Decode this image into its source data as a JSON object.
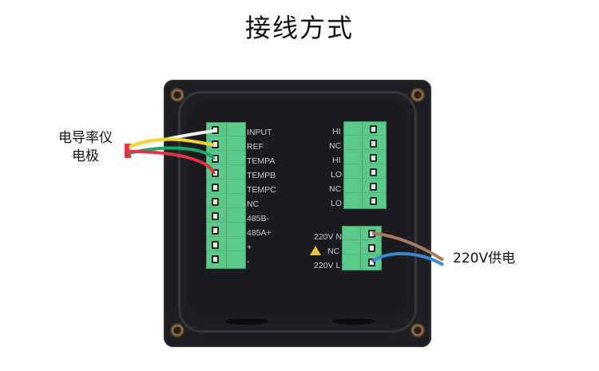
{
  "title": "接线方式",
  "labels": {
    "electrode": [
      "电导率仪",
      "电极"
    ],
    "power": "220V供电"
  },
  "left_terminal": {
    "pins": [
      "INPUT",
      "REF",
      "TEMPA",
      "TEMPB",
      "TEMPC",
      "NC",
      "485B-",
      "485A+",
      "+",
      "-"
    ]
  },
  "right_top_terminal": {
    "pins": [
      "HI",
      "NC",
      "HI",
      "LO",
      "NC",
      "LO"
    ]
  },
  "right_bottom_terminal": {
    "pins": [
      "220V N",
      "NC",
      "220V L"
    ],
    "warning_icon": "warning-triangle-icon"
  },
  "wire_colors": {
    "input": "#f2f2f2",
    "ref": "#f0d43a",
    "tempa": "#1fa66a",
    "tempb": "#e0334a",
    "neutral": "#a57a5e",
    "live": "#3a86d4"
  },
  "colors": {
    "terminal": "#5cc88a",
    "enclosure": "#1e1f22"
  }
}
